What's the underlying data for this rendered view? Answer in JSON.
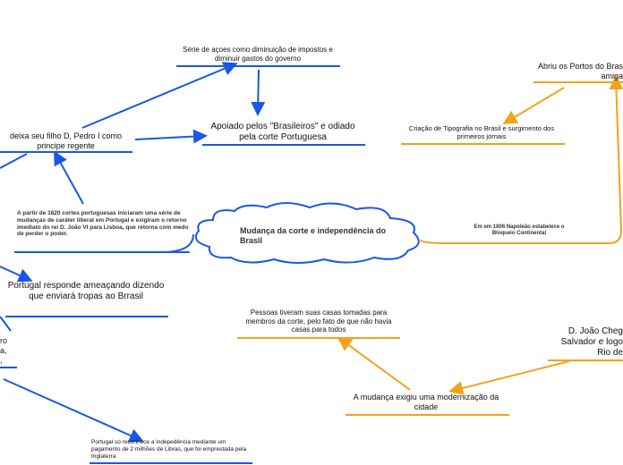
{
  "central": {
    "label": "Mudança da corte e independência do Brasil",
    "fill": "#ffffff",
    "stroke": "#1a56e8"
  },
  "colors": {
    "blue": "#1a56e8",
    "orange": "#f5a11a"
  },
  "nodes": {
    "reducao_impostos": "Série de açoes como diminuição de impostos e diminuir gastos do governo",
    "apoiado": "Apoiado pelos \"Brasileiros\" e odiado pela corte Portuguesa",
    "deixa_filho": "deixa seu filho D, Pedro I como principe regente",
    "cortes_portuguesas": "A partir de 1820  cortes portuguesas iniciaram uma série de mudanças de caráter liberal em Portugal e exigiram o retorno imediato do rei D. João VI para Lisboa, que retorna com medo de perder o poder.",
    "portugal_ameaca": "Portugal responde ameaçando dizendo que enviará tropas ao Brrasil",
    "fragmento_esquerda": "ro\na,\n,",
    "portugal_reconhece": "Portugal so reconhece a indepedência mediante um pagamento de 2 milhões de Libras, que foi emprestada pela Inglaterra",
    "abriu_portos": "Abriu os Portos do Bras\namiga",
    "tipografia": "Criação de Tipografia no Brasil e surgimento dos primeiros jornais",
    "bloqueio": "Em em 1806 Napoleão estabelece o Bloqueio Continental",
    "pessoas_casas": "Pessoas tiveram suas casas tomadas para membros da corte, pelo fato de que não havia casas para todos",
    "modernizacao": "A mudança exigiu uma modernização da cidade",
    "dom_joao": "D. João Cheg\nSalvador e logo\nRio de"
  }
}
